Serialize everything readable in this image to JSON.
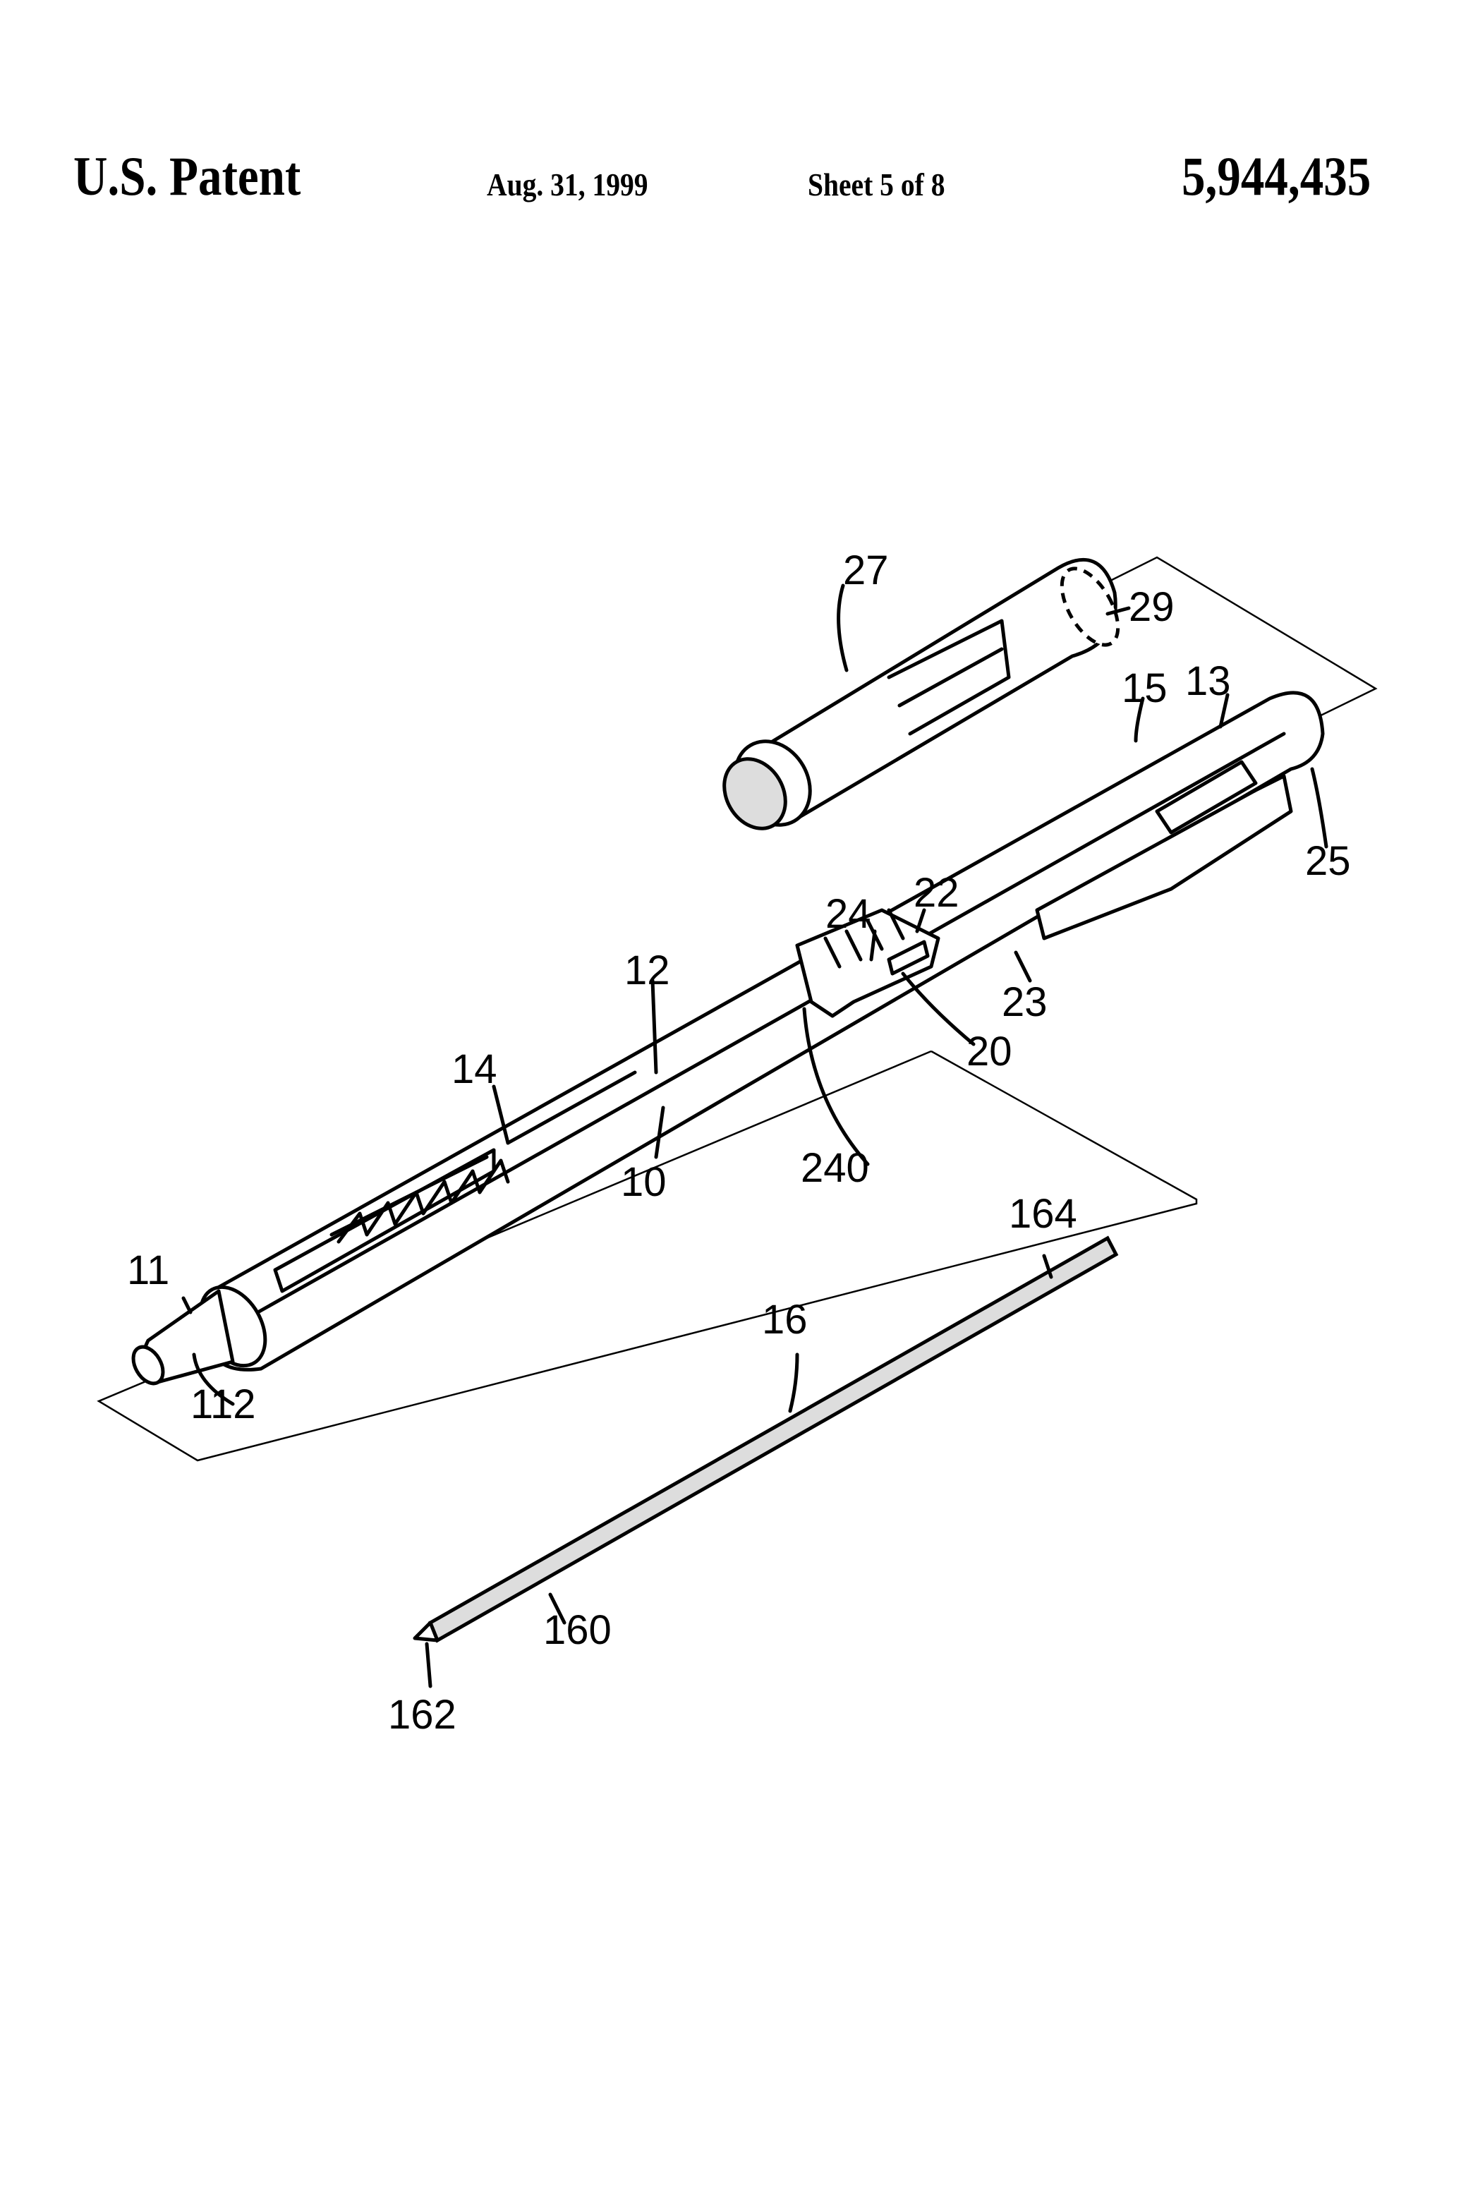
{
  "header": {
    "title": "U.S. Patent",
    "date": "Aug. 31, 1999",
    "sheet": "Sheet 5 of 8",
    "patent_number": "5,944,435"
  },
  "figure": {
    "reference_labels": [
      "27",
      "29",
      "15",
      "13",
      "25",
      "24",
      "22",
      "23",
      "20",
      "12",
      "14",
      "10",
      "240",
      "11",
      "112",
      "164",
      "16",
      "160",
      "162"
    ]
  }
}
